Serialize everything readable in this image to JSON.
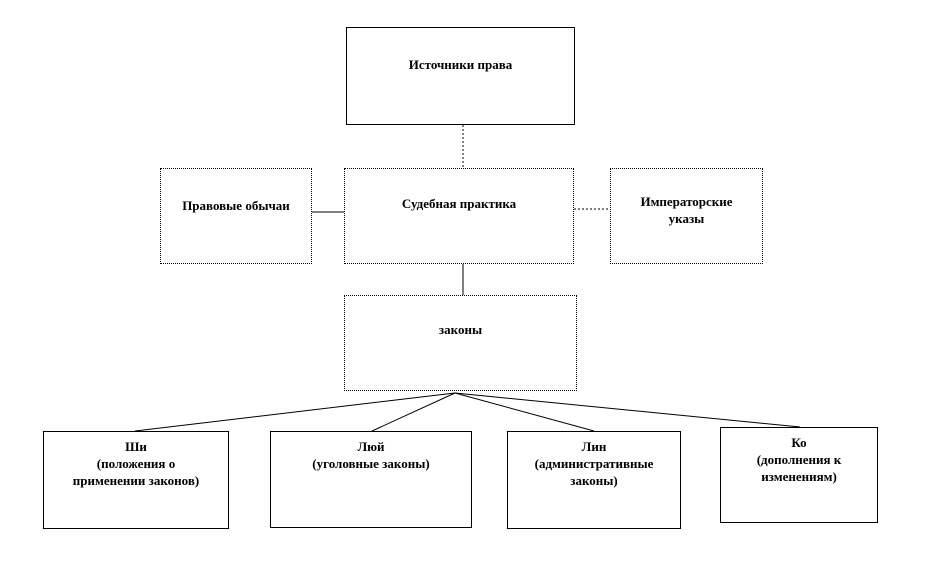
{
  "diagram": {
    "root": {
      "label": "Источники права"
    },
    "middle": {
      "left": {
        "label": "Правовые обычаи"
      },
      "center": {
        "label": "Судебная практика"
      },
      "right": {
        "lines": [
          "Императорские",
          "указы"
        ]
      }
    },
    "laws": {
      "label": "законы"
    },
    "codes": [
      {
        "title": "Ши",
        "lines": [
          "(положения о",
          "применении законов)"
        ]
      },
      {
        "title": "Люй",
        "lines": [
          "(уголовные законы)"
        ]
      },
      {
        "title": "Лин",
        "lines": [
          "(административные",
          "законы)"
        ]
      },
      {
        "title": "Ко",
        "lines": [
          "(дополнения к",
          "изменениям)"
        ]
      }
    ]
  }
}
